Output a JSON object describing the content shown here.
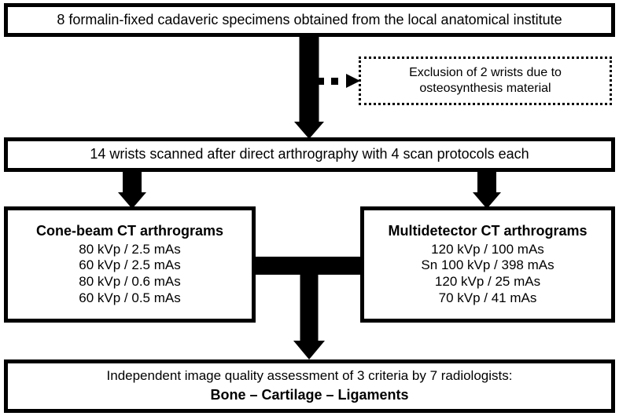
{
  "diagram": {
    "title": "Study design flowchart",
    "colors": {
      "stroke": "#000000",
      "background": "#ffffff",
      "text": "#000000"
    },
    "boxes": {
      "specimens": {
        "text": "8 formalin-fixed cadaveric specimens obtained from the local anatomical institute"
      },
      "exclusion": {
        "line1": "Exclusion of 2 wrists due to",
        "line2": "osteosynthesis material"
      },
      "wrists": {
        "text": "14 wrists scanned after direct arthrography with 4 scan protocols each"
      },
      "cone_beam": {
        "heading": "Cone-beam CT arthrograms",
        "protocols": [
          "80 kVp / 2.5 mAs",
          "60 kVp / 2.5 mAs",
          "80 kVp / 0.6 mAs",
          "60 kVp / 0.5 mAs"
        ]
      },
      "multidetector": {
        "heading": "Multidetector CT arthrograms",
        "protocols": [
          "120 kVp / 100 mAs",
          "Sn 100 kVp / 398 mAs",
          "120 kVp / 25 mAs",
          "70 kVp / 41 mAs"
        ]
      },
      "assessment": {
        "line1": "Independent image quality assessment of 3 criteria by 7 radiologists:",
        "line2": "Bone – Cartilage – Ligaments"
      }
    },
    "connectors": {
      "specimens_to_wrists": "solid-down-arrow",
      "trunk_to_exclusion": "dashed-right-arrow",
      "wrists_to_cone_beam": "solid-down-arrow",
      "wrists_to_multidetector": "solid-down-arrow",
      "protocols_merge_bar": "horizontal-merge-bar",
      "merge_to_assessment": "solid-down-arrow"
    }
  }
}
